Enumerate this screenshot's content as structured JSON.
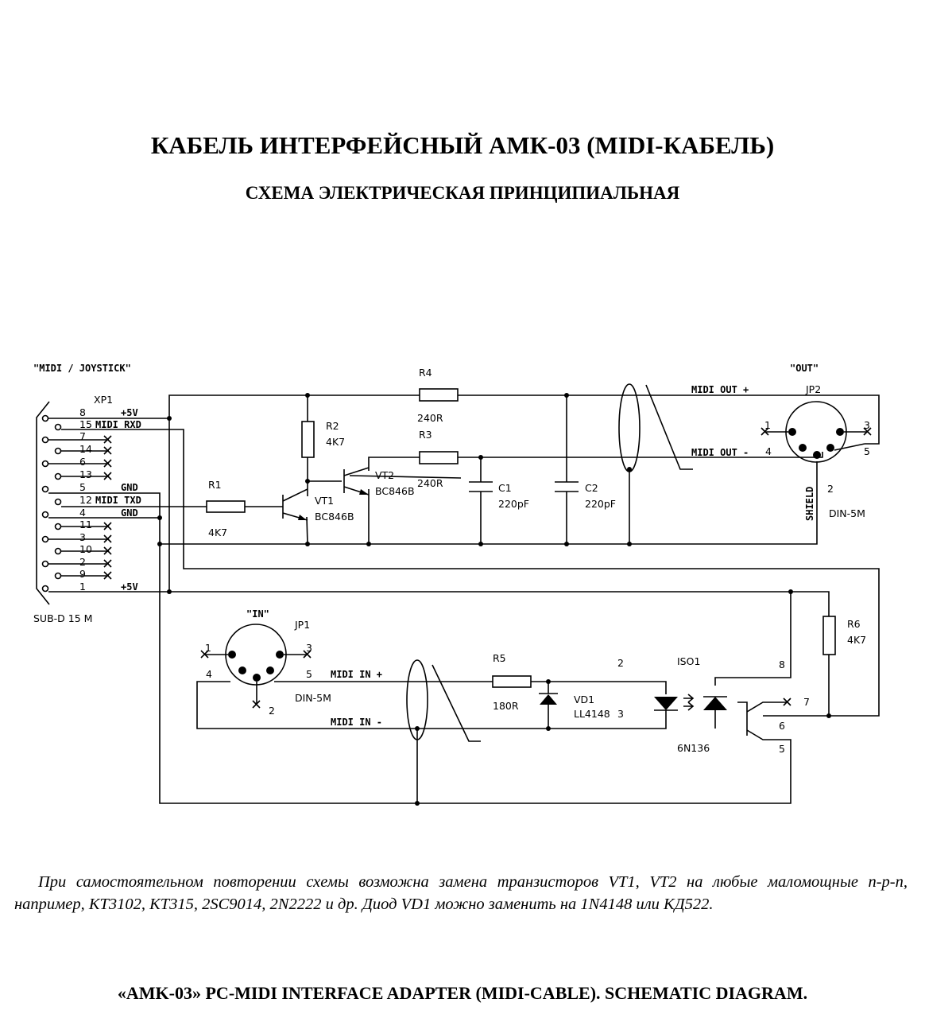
{
  "title": "КАБЕЛЬ ИНТЕРФЕЙСНЫЙ АМК-03 (MIDI-КАБЕЛЬ)",
  "subtitle": "СХЕМА ЭЛЕКТРИЧЕСКАЯ ПРИНЦИПИАЛЬНАЯ",
  "footer": "«AMK-03» PC-MIDI INTERFACE ADAPTER (MIDI-CABLE). SCHEMATIC DIAGRAM.",
  "note": "При самостоятельном повторении схемы возможна замена транзисторов VT1, VT2 на любые маломощные n-p-n, например, КТ3102, КТ315, 2SC9014, 2N2222 и др. Диод VD1 можно заменить на 1N4148 или КД522.",
  "connector_xp1": {
    "header": "\"MIDI / JOYSTICK\"",
    "ref": "XP1",
    "type": "SUB-D 15 M",
    "pins": [
      "8",
      "15",
      "7",
      "14",
      "6",
      "13",
      "5",
      "12",
      "4",
      "11",
      "3",
      "10",
      "2",
      "9",
      "1"
    ],
    "signals": [
      "+5V",
      "MIDI RXD",
      "GND",
      "MIDI TXD",
      "GND",
      "+5V"
    ]
  },
  "connector_jp2": {
    "header": "\"OUT\"",
    "ref": "JP2",
    "type": "DIN-5M",
    "pins": [
      "1",
      "3",
      "4",
      "5",
      "2"
    ],
    "signals": [
      "MIDI OUT +",
      "MIDI OUT -",
      "SHIELD"
    ]
  },
  "connector_jp1": {
    "header": "\"IN\"",
    "ref": "JP1",
    "type": "DIN-5M",
    "pins": [
      "1",
      "3",
      "4",
      "5",
      "2"
    ],
    "signals": [
      "MIDI IN +",
      "MIDI IN -"
    ]
  },
  "components": {
    "r1": {
      "ref": "R1",
      "value": "4K7"
    },
    "r2": {
      "ref": "R2",
      "value": "4K7"
    },
    "r3": {
      "ref": "R3",
      "value": "240R"
    },
    "r4": {
      "ref": "R4",
      "value": "240R"
    },
    "r5": {
      "ref": "R5",
      "value": "180R"
    },
    "r6": {
      "ref": "R6",
      "value": "4K7"
    },
    "c1": {
      "ref": "C1",
      "value": "220pF"
    },
    "c2": {
      "ref": "C2",
      "value": "220pF"
    },
    "vt1": {
      "ref": "VT1",
      "value": "BC846B"
    },
    "vt2": {
      "ref": "VT2",
      "value": "BC846B"
    },
    "vd1": {
      "ref": "VD1",
      "value": "LL4148"
    },
    "iso1": {
      "ref": "ISO1",
      "value": "6N136",
      "pins": [
        "2",
        "3",
        "8",
        "7",
        "6",
        "5"
      ]
    }
  }
}
